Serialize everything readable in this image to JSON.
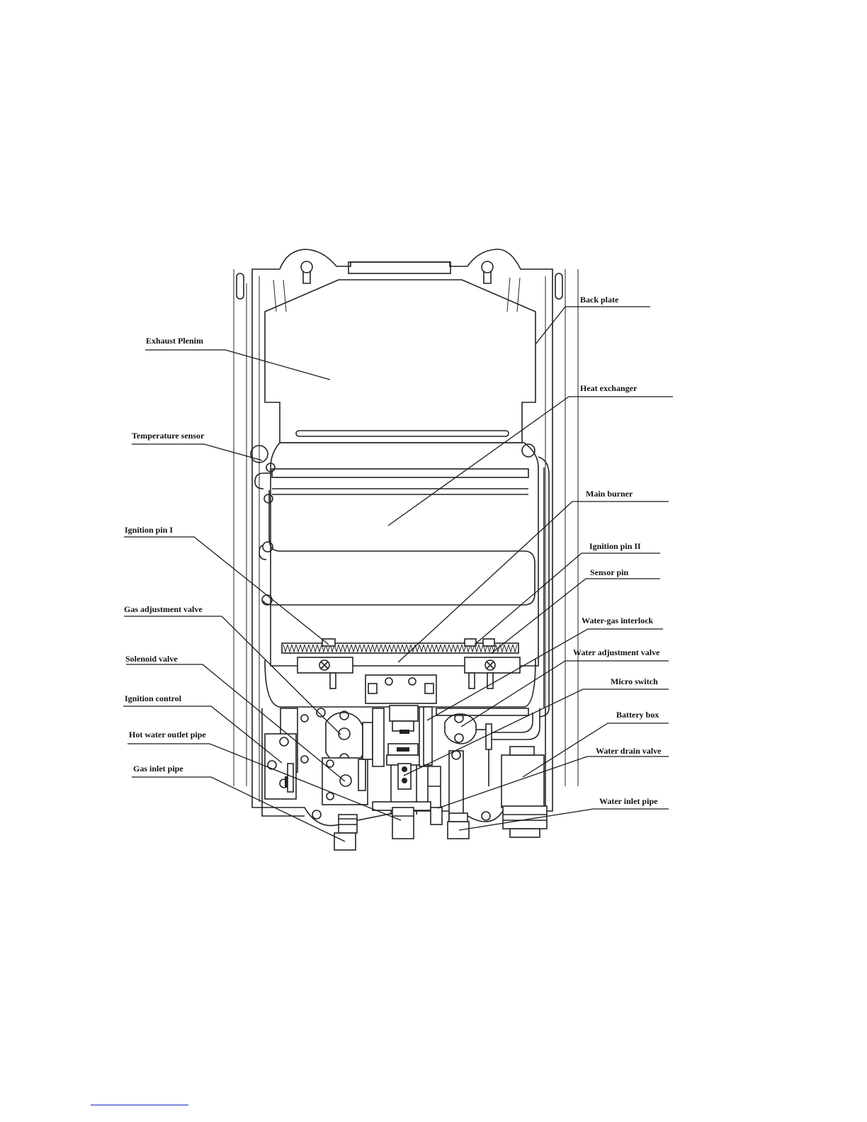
{
  "labels": {
    "back_plate": "Back plate",
    "exhaust_plenim": "Exhaust Plenim",
    "heat_exchanger": "Heat exchanger",
    "temperature_sensor": "Temperature sensor",
    "main_burner": "Main burner",
    "ignition_pin_1": "Ignition pin I",
    "ignition_pin_2": "Ignition pin II",
    "sensor_pin": "Sensor pin",
    "gas_adjustment_valve": "Gas adjustment valve",
    "water_gas_interlock": "Water-gas interlock",
    "water_adjustment_valve": "Water adjustment valve",
    "solenoid_valve": "Solenoid valve",
    "micro_switch": "Micro switch",
    "ignition_control": "Ignition control",
    "battery_box": "Battery box",
    "hot_water_outlet_pipe": "Hot water outlet pipe",
    "water_drain_valve": "Water drain valve",
    "gas_inlet_pipe": "Gas inlet pipe",
    "water_inlet_pipe": "Water inlet pipe"
  },
  "colors": {
    "line": "#1a1a1a",
    "footer_rule": "#3344cc"
  }
}
